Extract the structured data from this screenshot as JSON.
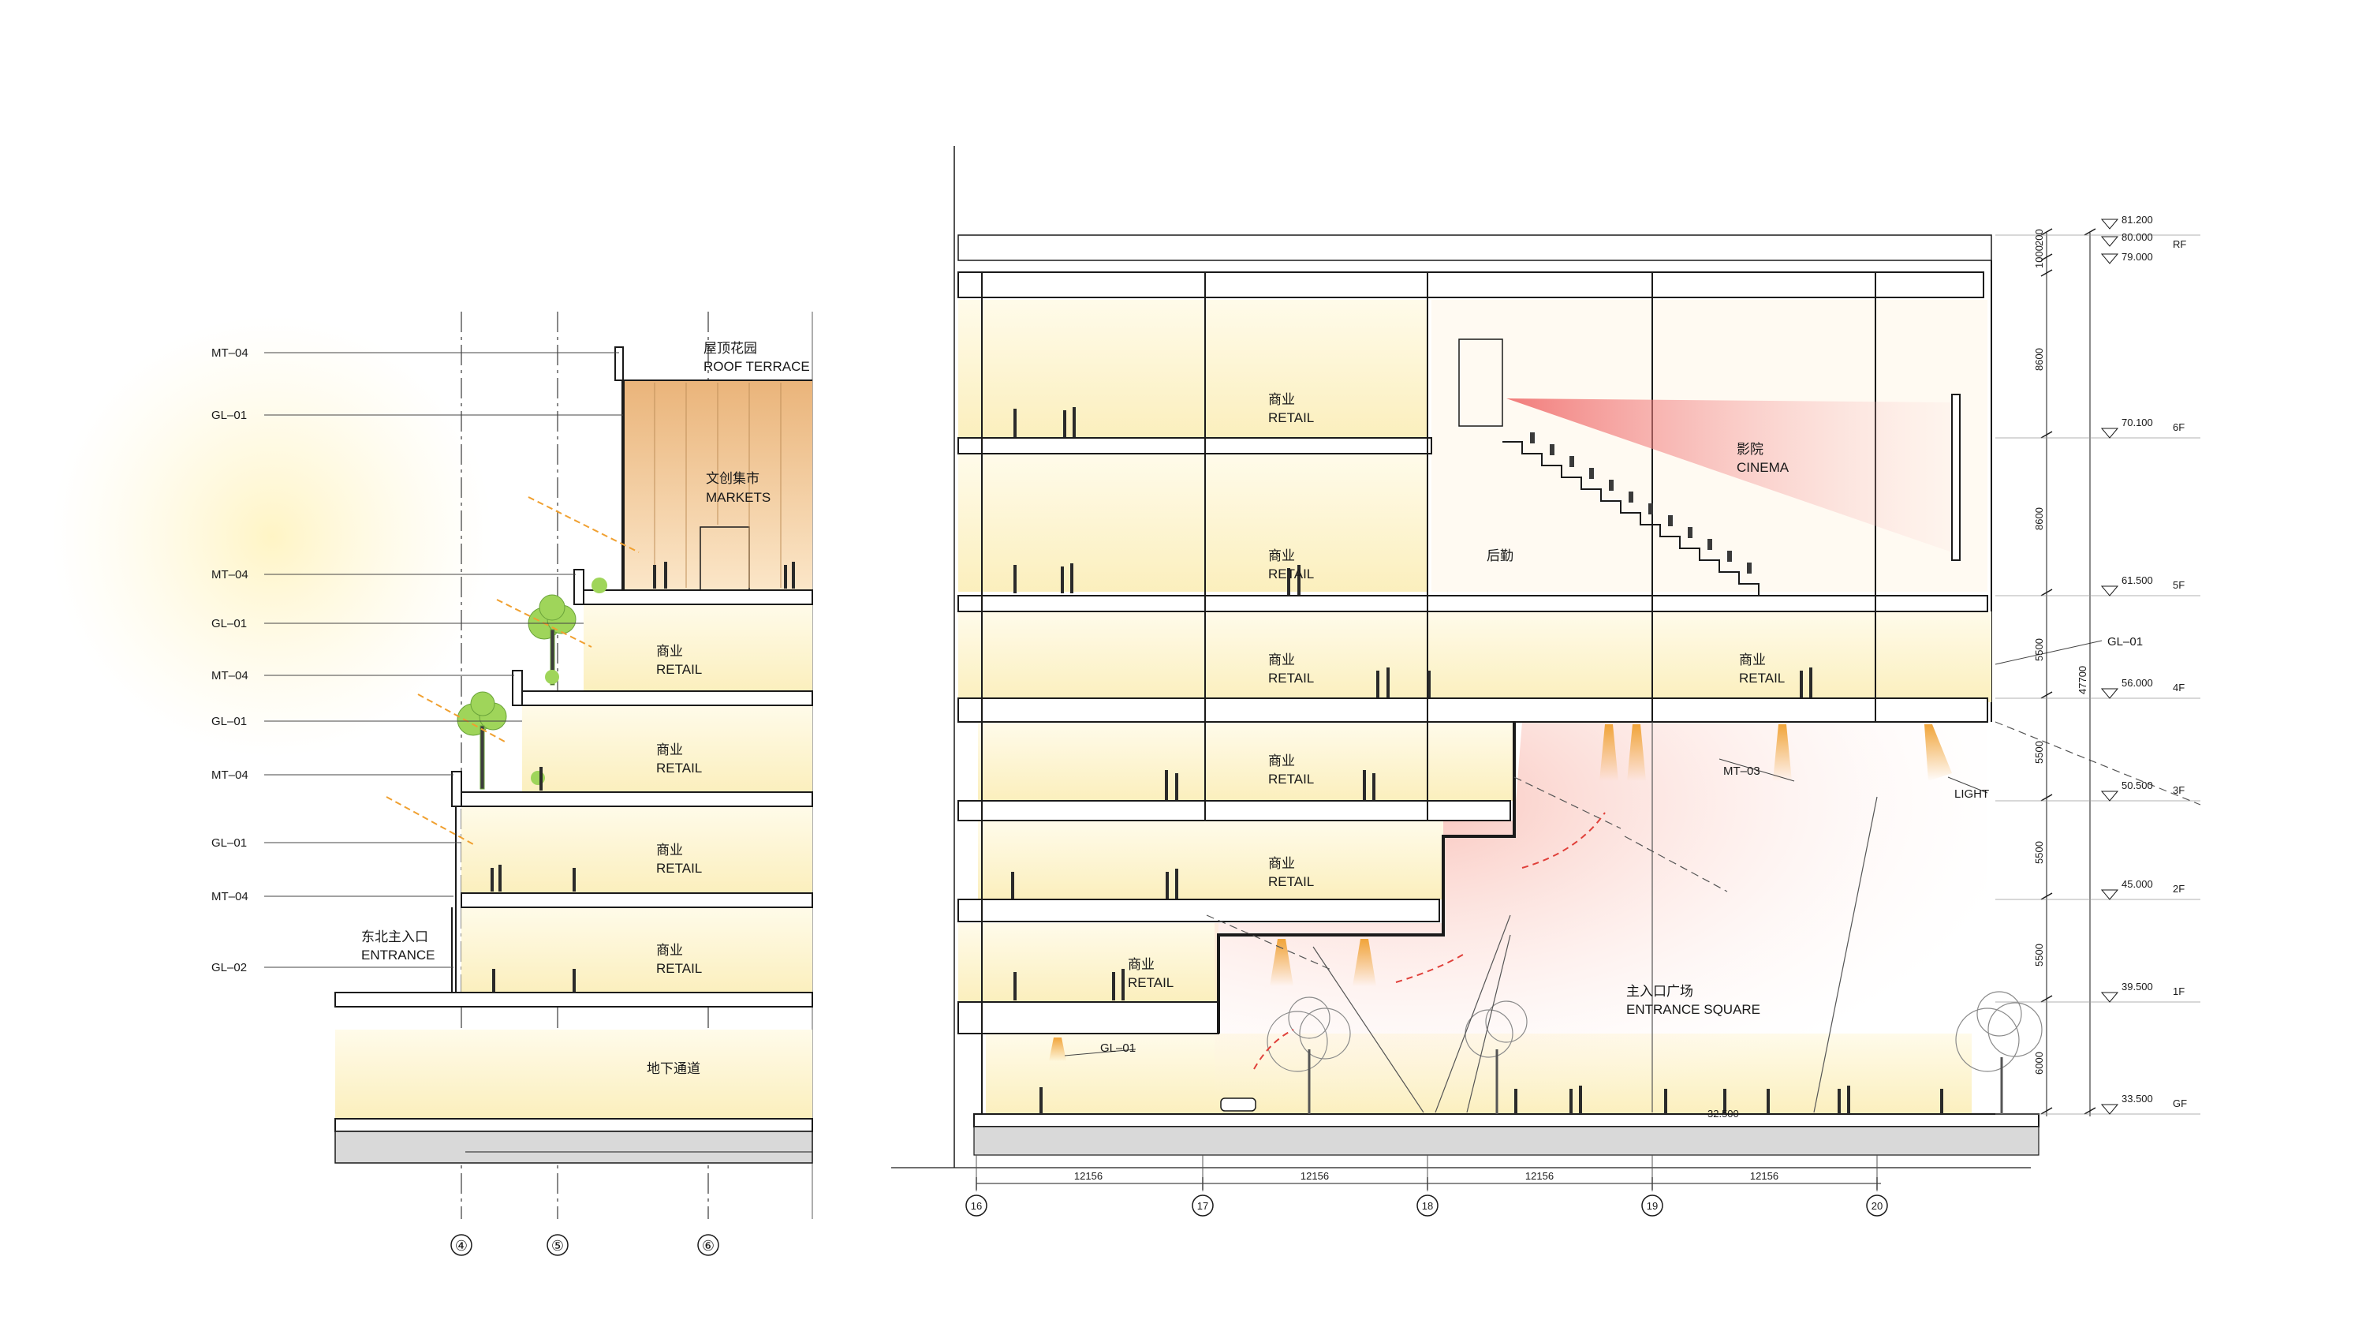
{
  "left_section": {
    "material_tags": [
      {
        "id": "mt-04-a",
        "text": "MT–04"
      },
      {
        "id": "gl-01-a",
        "text": "GL–01"
      },
      {
        "id": "mt-04-b",
        "text": "MT–04"
      },
      {
        "id": "gl-01-b",
        "text": "GL–01"
      },
      {
        "id": "mt-04-c",
        "text": "MT–04"
      },
      {
        "id": "gl-01-c",
        "text": "GL–01"
      },
      {
        "id": "mt-04-d",
        "text": "MT–04"
      },
      {
        "id": "gl-01-d",
        "text": "GL–01"
      },
      {
        "id": "mt-04-e",
        "text": "MT–04"
      },
      {
        "id": "gl-02-a",
        "text": "GL–02"
      }
    ],
    "rooms": [
      {
        "zh": "屋顶花园",
        "en": "ROOF TERRACE"
      },
      {
        "zh": "文创集市",
        "en": "MARKETS"
      },
      {
        "zh": "商业",
        "en": "RETAIL"
      },
      {
        "zh": "商业",
        "en": "RETAIL"
      },
      {
        "zh": "商业",
        "en": "RETAIL"
      },
      {
        "zh": "商业",
        "en": "RETAIL"
      },
      {
        "zh": "东北主入口",
        "en": "ENTRANCE"
      },
      {
        "zh": "地下通道",
        "en": ""
      }
    ],
    "grid_axes": [
      "④",
      "⑤",
      "⑥"
    ]
  },
  "right_section": {
    "rooms": [
      {
        "zh": "商业",
        "en": "RETAIL"
      },
      {
        "zh": "商业",
        "en": "RETAIL"
      },
      {
        "zh": "影院",
        "en": "CINEMA"
      },
      {
        "zh": "后勤",
        "en": ""
      },
      {
        "zh": "商业",
        "en": "RETAIL"
      },
      {
        "zh": "商业",
        "en": "RETAIL"
      },
      {
        "zh": "商业",
        "en": "RETAIL"
      },
      {
        "zh": "商业",
        "en": "RETAIL"
      },
      {
        "zh": "商业",
        "en": "RETAIL"
      },
      {
        "zh": "主入口广场",
        "en": "ENTRANCE SQUARE"
      }
    ],
    "callouts": [
      {
        "id": "gl-01-right",
        "text": "GL–01"
      },
      {
        "id": "mt-03",
        "text": "MT–03"
      },
      {
        "id": "light",
        "text": "LIGHT"
      },
      {
        "id": "gl-01-lower",
        "text": "GL–01"
      }
    ],
    "levels": [
      {
        "elev": "81.200",
        "floor": ""
      },
      {
        "elev": "80.000",
        "floor": "RF"
      },
      {
        "elev": "79.000",
        "floor": ""
      },
      {
        "elev": "70.100",
        "floor": "6F"
      },
      {
        "elev": "61.500",
        "floor": "5F"
      },
      {
        "elev": "56.000",
        "floor": "4F"
      },
      {
        "elev": "50.500",
        "floor": "3F"
      },
      {
        "elev": "45.000",
        "floor": "2F"
      },
      {
        "elev": "39.500",
        "floor": "1F"
      },
      {
        "elev": "33.500",
        "floor": "GF"
      }
    ],
    "ground_elev": "32.500",
    "vertical_dims": [
      "1000",
      "200",
      "8600",
      "8600",
      "5500",
      "5500",
      "5500",
      "5500",
      "6000"
    ],
    "overall_dim": "47700",
    "bay_dims": [
      "12156",
      "12156",
      "12156",
      "12156"
    ],
    "grid_axes": [
      "16",
      "17",
      "18",
      "19",
      "20"
    ]
  },
  "colors": {
    "line": "#1a1a1a",
    "warm_glow": "#fdf3c9",
    "roof_orange": "#eebf8a",
    "tree_green": "#9fd55a",
    "light_red": "#f28b82",
    "light_orange": "#f0a030"
  }
}
